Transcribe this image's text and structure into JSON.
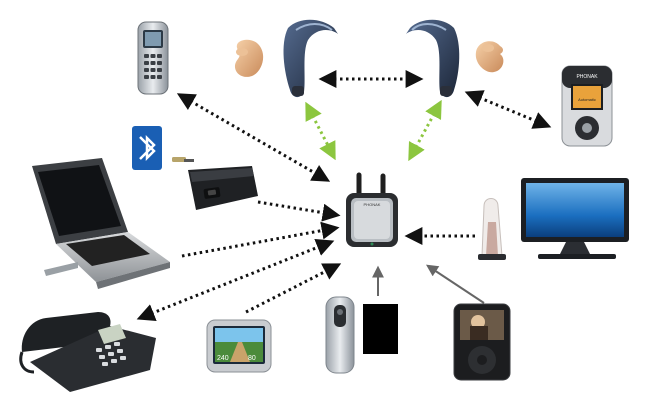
{
  "diagram": {
    "hub": {
      "name": "streamer",
      "brand_label": "PHONAK",
      "led_color": "#2e8b57"
    },
    "remote": {
      "brand_label": "PHONAK",
      "screen_text": "Automatic"
    },
    "bluetooth": {
      "icon": "bluetooth-icon",
      "color": "#1a5fb4"
    },
    "colors": {
      "connection_dotted": "#111111",
      "hearing_aid_link": "#8cc63f",
      "solid_arrow": "#7a7a7a",
      "solid_arrow_white": "#666666"
    },
    "gps": {
      "speed_left": "240",
      "speed_right": "80"
    }
  }
}
